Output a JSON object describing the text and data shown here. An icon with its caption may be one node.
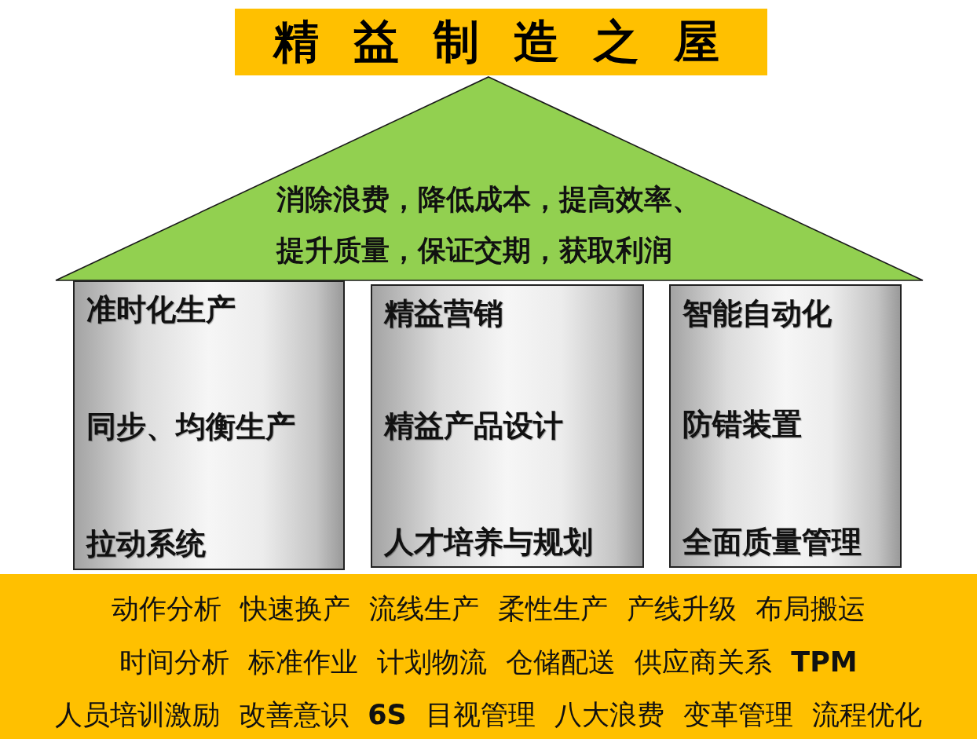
{
  "diagram": {
    "title": "精 益 制 造 之 屋",
    "nodes": [
      {
        "text": [
          "消除浪费，降低成本，提高效率、提升质量，保证交期，获取利润"
        ]
      },
      {
        "text": [
          "准时化生产",
          "同步、均衡生产",
          "拉动系统"
        ]
      },
      {
        "text": [
          "精益营销",
          "精益产品设计",
          "人才培养与规划"
        ]
      },
      {
        "text": [
          "智能自动化",
          "防错装置",
          "全面质量管理"
        ]
      },
      {
        "text": [
          "动作分析",
          "快速换产",
          "流线生产",
          "柔性生产",
          "产线升级",
          "布局搬运",
          "时间分析",
          "标准作业",
          "计划物流",
          "仓储配送",
          "供应商关系",
          "TPM",
          "人员培训激励",
          "改善意识",
          "6S",
          "目视管理",
          "八大浪费",
          "变革管理",
          "流程优化"
        ]
      }
    ]
  }
}
